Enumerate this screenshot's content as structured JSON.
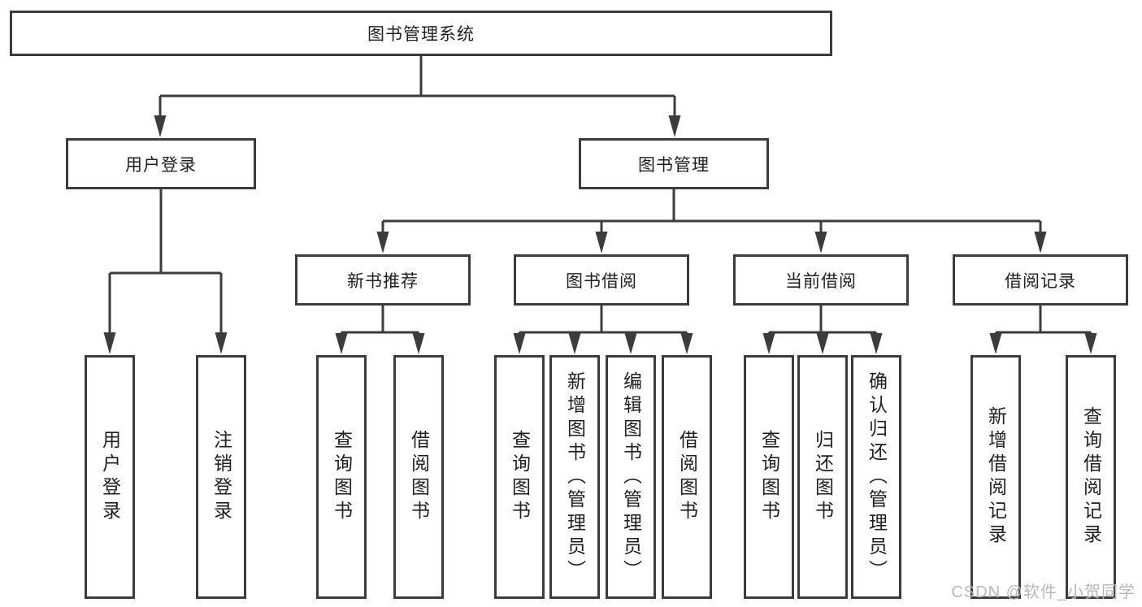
{
  "colors": {
    "line": "#3c3c3c",
    "ink": "#1f1f1f",
    "watermark": "#b7b7b7",
    "bg": "#ffffff"
  },
  "tree": {
    "root": {
      "label": "图书管理系统"
    },
    "branches": [
      {
        "label": "用户登录",
        "children": [
          {
            "label": "用户登录"
          },
          {
            "label": "注销登录"
          }
        ]
      },
      {
        "label": "图书管理",
        "children": [
          {
            "label": "新书推荐",
            "children": [
              {
                "label": "查询图书"
              },
              {
                "label": "借阅图书"
              }
            ]
          },
          {
            "label": "图书借阅",
            "children": [
              {
                "label": "查询图书"
              },
              {
                "label": "新增图书（管理员）"
              },
              {
                "label": "编辑图书（管理员）"
              },
              {
                "label": "借阅图书"
              }
            ]
          },
          {
            "label": "当前借阅",
            "children": [
              {
                "label": "查询图书"
              },
              {
                "label": "归还图书"
              },
              {
                "label": "确认归还（管理员）"
              }
            ]
          },
          {
            "label": "借阅记录",
            "children": [
              {
                "label": "新增借阅记录"
              },
              {
                "label": "查询借阅记录"
              }
            ]
          }
        ]
      }
    ]
  },
  "watermark": {
    "text": "CSDN @软件_小贺同学"
  }
}
